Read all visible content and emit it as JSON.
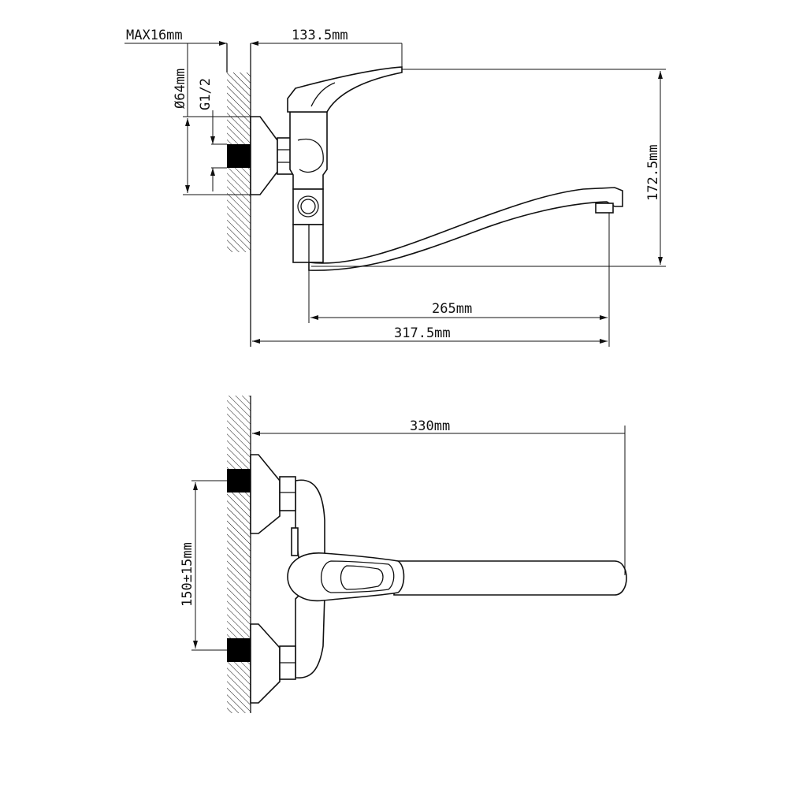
{
  "side_view": {
    "dimensions": {
      "wall_thickness": "MAX16mm",
      "handle_reach": "133.5mm",
      "flange_diameter": "Ø64mm",
      "thread": "G1/2",
      "height": "172.5mm",
      "spout_reach": "265mm",
      "total_reach": "317.5mm"
    }
  },
  "top_view": {
    "dimensions": {
      "total_length": "330mm",
      "inlet_spacing": "150±15mm"
    }
  },
  "colors": {
    "line": "#111111",
    "background": "#ffffff"
  }
}
